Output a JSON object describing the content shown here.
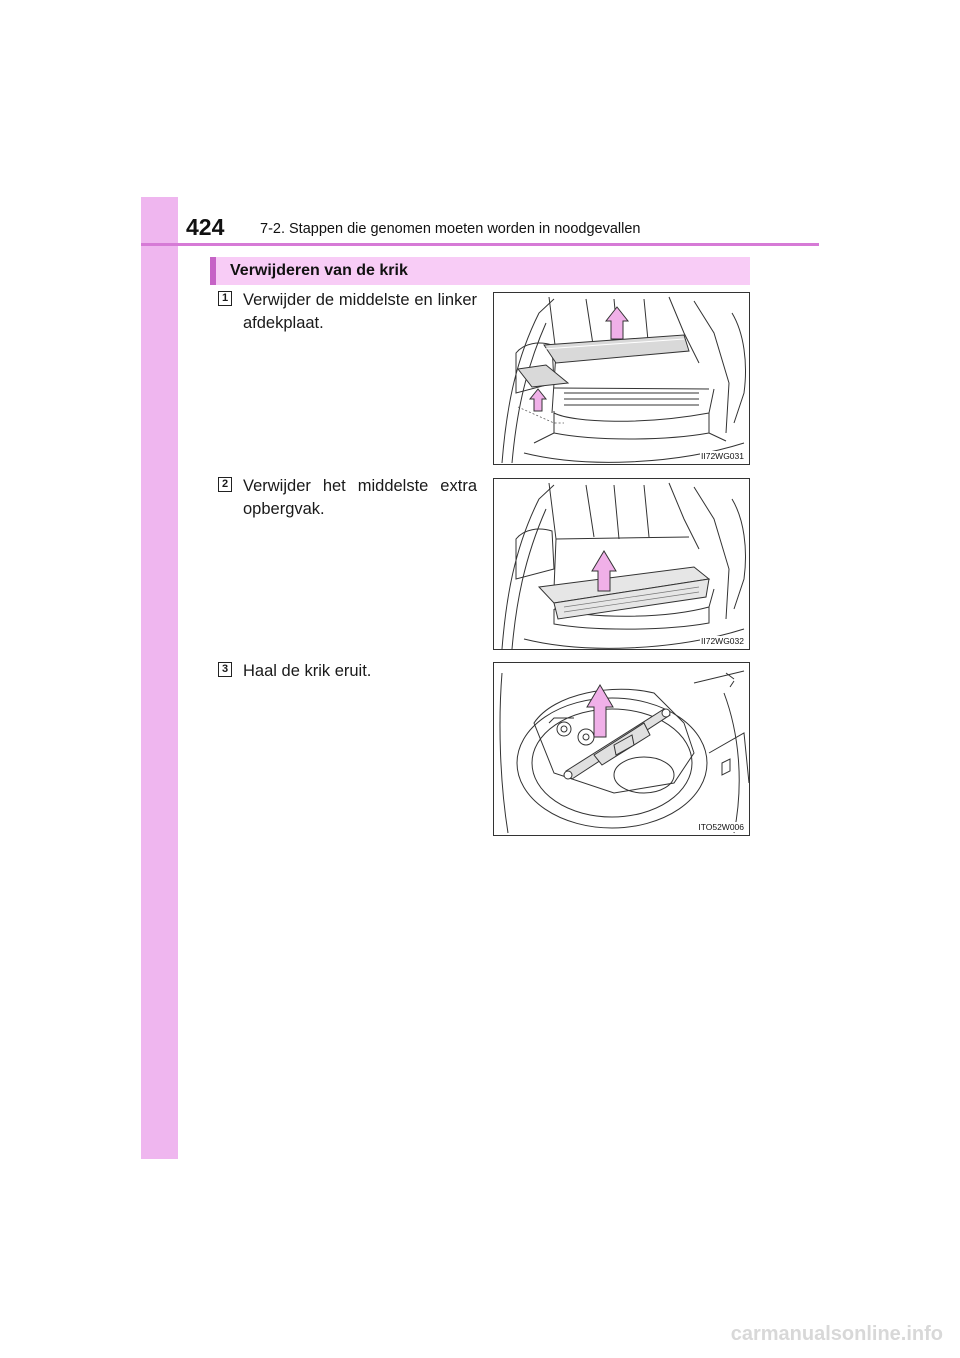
{
  "header": {
    "page_number": "424",
    "chapter": "7-2. Stappen die genomen moeten worden in noodgevallen"
  },
  "section": {
    "title": "Verwijderen van de krik"
  },
  "steps": [
    {
      "number": "1",
      "text": "Verwijder de middelste en linker afdekplaat.",
      "figure_code": "II72WG031"
    },
    {
      "number": "2",
      "text": "Verwijder het middelste extra opbergvak.",
      "figure_code": "II72WG032"
    },
    {
      "number": "3",
      "text": "Haal de krik eruit.",
      "figure_code": "ITO52W006"
    }
  ],
  "footer": {
    "watermark": "carmanualsonline.info"
  },
  "colors": {
    "sidebar": "#efb6ef",
    "rule": "#d67ad6",
    "section_bg": "#f8ccf6",
    "section_bar": "#c663c6",
    "arrow": "#f0b0e8"
  }
}
